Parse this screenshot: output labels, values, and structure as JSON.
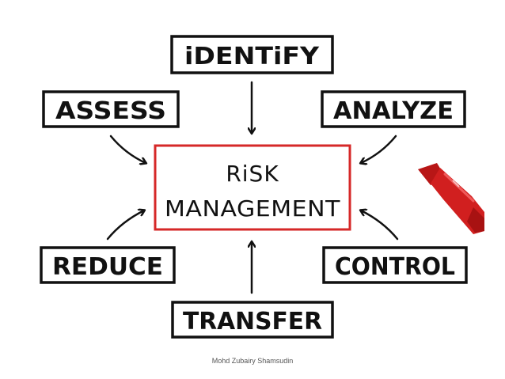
{
  "diagram": {
    "center": {
      "line1": "RiSK",
      "line2": "MANAGEMENT"
    },
    "boxes": {
      "identify": "iDENTiFY",
      "assess": "ASSESS",
      "analyze": "ANALYZE",
      "reduce": "REDUCE",
      "control": "CONTROL",
      "transfer": "TRANSFER"
    },
    "center_border_color": "#d62828",
    "box_border_color": "#111111",
    "marker_color": "#d11f1f",
    "marker_icon": "red-marker-icon"
  },
  "footer": {
    "credit": "Mohd Zubairy Shamsudin"
  }
}
